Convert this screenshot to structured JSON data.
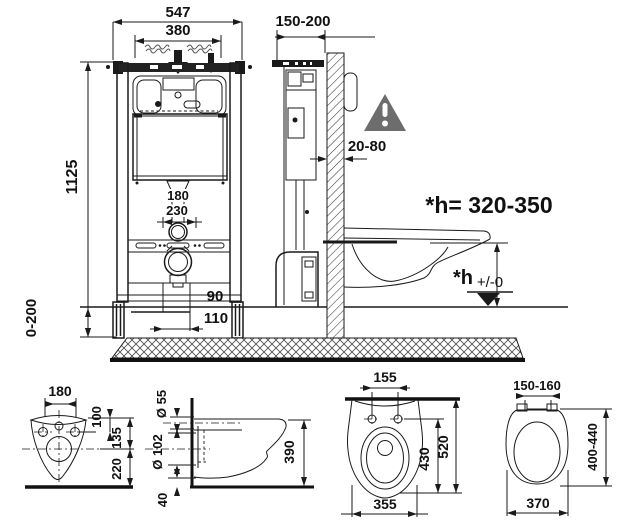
{
  "frame_front": {
    "total_width": "547",
    "rail_spacing": "380",
    "frame_height": "1125",
    "foot_adjust_range": "0-200",
    "flush_pipe_dim": "180",
    "flush_bend_dim": "230",
    "water_supply_offset": "90",
    "drain_offset": "110"
  },
  "frame_side": {
    "install_depth_range": "150-200",
    "wall_thickness_range": "20-80",
    "bowl_height_label": "*h",
    "bowl_height_note": "*h= 320-350",
    "floor_datum": "+/-0"
  },
  "bowl_rear": {
    "hole_spacing": "180",
    "top_to_holes": "100",
    "top_to_drain": "135",
    "drain_to_floor": "220"
  },
  "bowl_side": {
    "flush_inlet_dia": "Ø 55",
    "outlet_dia": "Ø 102",
    "bottom_clearance": "40",
    "bowl_height": "390"
  },
  "bowl_top": {
    "hole_spacing": "155",
    "holes_to_front": "430",
    "total_depth": "520",
    "bowl_width": "355"
  },
  "seat_top": {
    "hinge_spacing": "150-160",
    "seat_length_range": "400-440",
    "seat_width": "370"
  },
  "colors": {
    "line": "#1a1a1a",
    "background": "#ffffff",
    "warning": "#6d6d6d"
  }
}
